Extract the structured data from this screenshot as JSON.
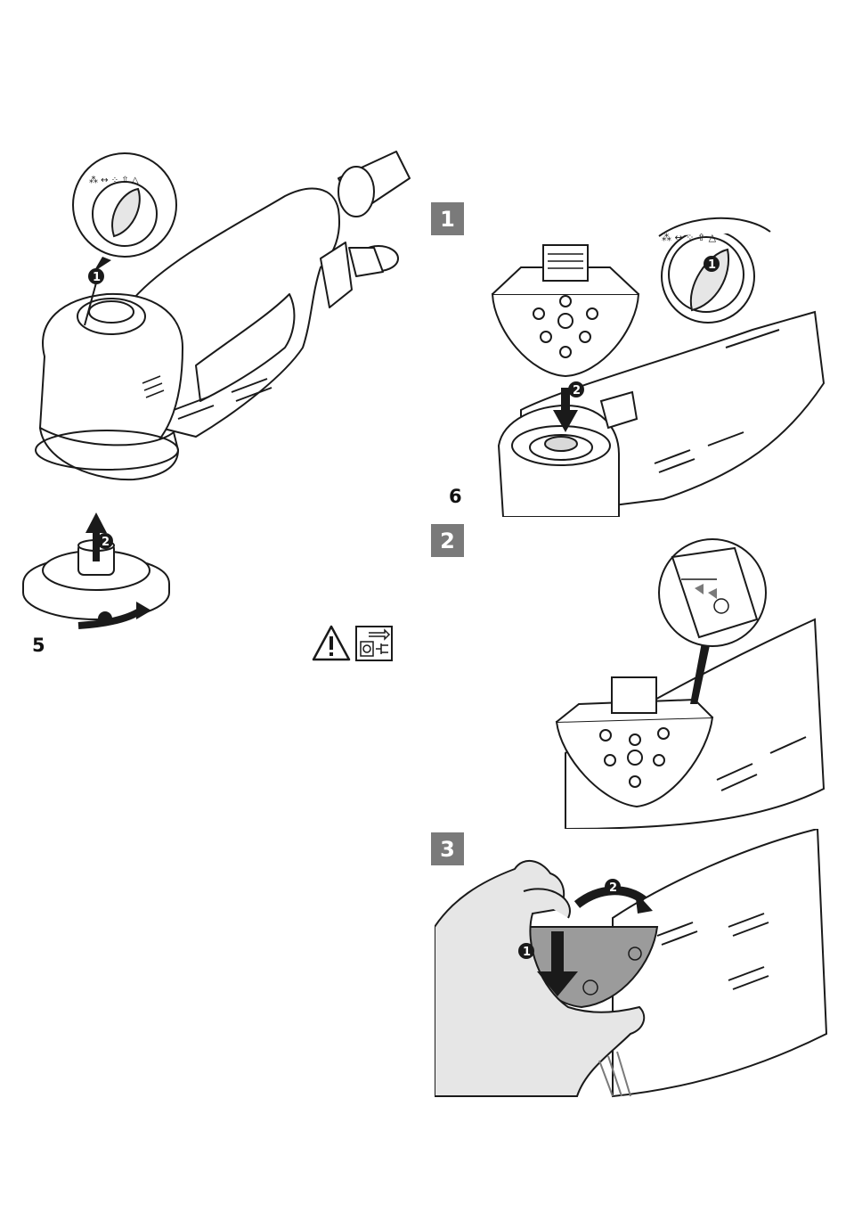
{
  "figures": {
    "fig5": {
      "number": "5",
      "callouts": [
        "1",
        "2"
      ]
    },
    "fig6": {
      "number": "6",
      "steps": [
        {
          "badge": "1",
          "callouts": [
            "1",
            "2"
          ]
        },
        {
          "badge": "2"
        },
        {
          "badge": "3",
          "callouts": [
            "1",
            "2"
          ]
        }
      ]
    }
  },
  "icons": [
    "warning-triangle-icon",
    "unplug-power-icon",
    "dial-icon",
    "hand-icon",
    "arrow-icon"
  ],
  "colors": {
    "line": "#1a1a1a",
    "badge": "#7a7a7a",
    "shade": "#d9d9d9",
    "hand": "#e6e6e6",
    "pad_dark": "#9b9b9b"
  }
}
